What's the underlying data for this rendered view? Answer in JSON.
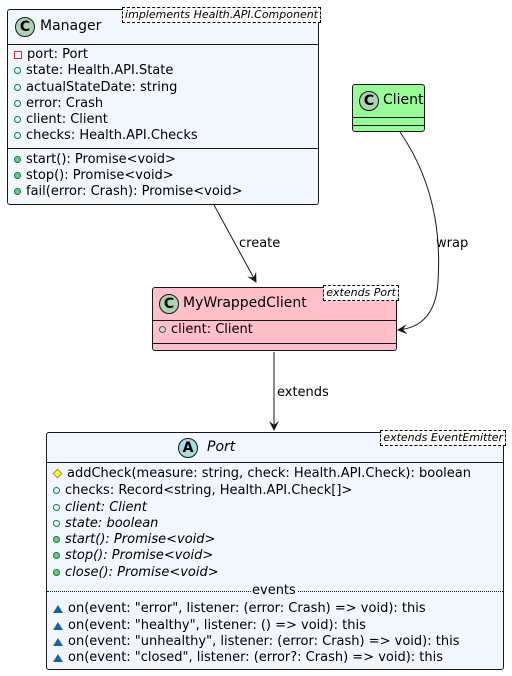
{
  "classes": {
    "manager": {
      "stereotype": "C",
      "name": "Manager",
      "generic": "implements Health.API.Component",
      "fields": [
        "port: Port",
        "state: Health.API.State",
        "actualStateDate: string",
        "error: Crash",
        "client: Client",
        "checks: Health.API.Checks"
      ],
      "methods": [
        "start(): Promise<void>",
        "stop(): Promise<void>",
        "fail(error: Crash): Promise<void>"
      ]
    },
    "client": {
      "stereotype": "C",
      "name": "Client"
    },
    "wrapped": {
      "stereotype": "C",
      "name": "MyWrappedClient",
      "generic": "extends Port",
      "fields": [
        "client: Client"
      ]
    },
    "port": {
      "stereotype": "A",
      "name": "Port",
      "generic": "extends EventEmitter",
      "members": [
        "addCheck(measure: string, check: Health.API.Check): boolean",
        "checks: Record<string, Health.API.Check[]>",
        "client: Client",
        "state: boolean",
        "start(): Promise<void>",
        "stop(): Promise<void>",
        "close(): Promise<void>"
      ],
      "events_title": "events",
      "events": [
        "on(event: \"error\", listener: (error: Crash) => void): this",
        "on(event: \"healthy\", listener: () => void): this",
        "on(event: \"unhealthy\", listener: (error: Crash) => void): this",
        "on(event: \"closed\", listener: (error?: Crash) => void): this"
      ]
    }
  },
  "relations": {
    "create": "create",
    "wrap": "wrap",
    "extends": "extends"
  },
  "colors": {
    "manager_bg": "#f1f7fd",
    "client_bg": "#98fb98",
    "wrapped_bg": "#ffc0cb",
    "port_bg": "#f1f7fd",
    "line": "#181818"
  }
}
